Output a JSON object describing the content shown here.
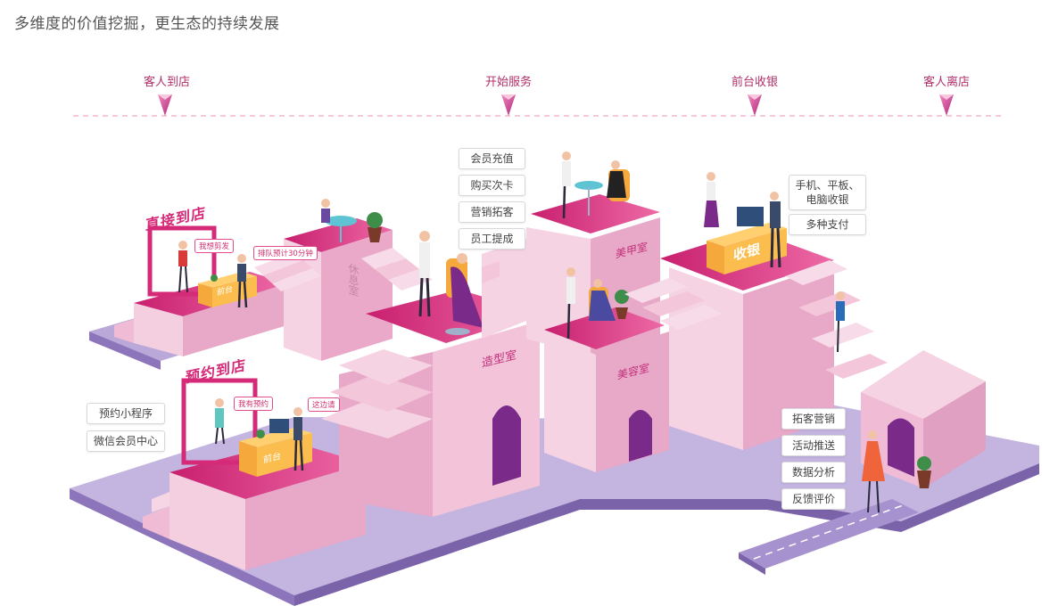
{
  "page": {
    "title": "多维度的价值挖掘，更生态的持续发展"
  },
  "timeline": {
    "stages": [
      {
        "label": "客人到店"
      },
      {
        "label": "开始服务"
      },
      {
        "label": "前台收银"
      },
      {
        "label": "客人离店"
      }
    ],
    "accent_color": "#c2307a"
  },
  "areas": {
    "direct_arrival_sign": "直接到店",
    "reservation_arrival_sign": "预约到店",
    "lounge_label": "休息室",
    "styling_label": "造型室",
    "nail_label": "美甲室",
    "beauty_label": "美容室",
    "cashier_sign": "收银",
    "front_desk_1": "前台",
    "front_desk_2": "前台"
  },
  "bubbles": {
    "want_haircut": "我想剪发",
    "queue_wait": "排队预计30分钟",
    "have_reservation": "我有预约",
    "this_way": "这边请"
  },
  "tags": {
    "service": [
      "会员充值",
      "购买次卡",
      "营销拓客",
      "员工提成"
    ],
    "cashier": [
      "手机、平板、\n电脑收银",
      "多种支付"
    ],
    "reservation": [
      "预约小程序",
      "微信会员中心"
    ],
    "departure": [
      "拓客营销",
      "活动推送",
      "数据分析",
      "反馈评价"
    ]
  },
  "colors": {
    "magenta": "#d42a78",
    "pink_light": "#f2c3d9",
    "lavender": "#b8a6d6",
    "purple_dark": "#5b3a8a"
  }
}
